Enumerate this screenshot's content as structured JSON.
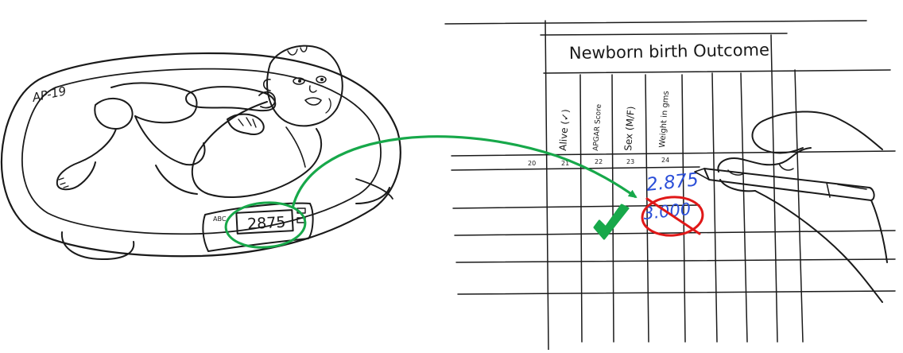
{
  "scale": {
    "display_reading": "2875",
    "brand_mark": "ABC",
    "body_script": "AP-19"
  },
  "register": {
    "title": "Newborn birth Outcome",
    "columns": [
      {
        "label": "Alive (✓)",
        "number": "21"
      },
      {
        "label": "APGAR Score",
        "number": "22"
      },
      {
        "label": "Sex (M/F)",
        "number": "23"
      },
      {
        "label": "Weight in gms",
        "number": "24"
      }
    ],
    "prev_col_number": "20",
    "written_weight": "2.875",
    "crossed_weight": "3.000"
  },
  "colors": {
    "ink": "#1a1a1a",
    "correct_green": "#17a84a",
    "wrong_red": "#e01818",
    "pen_blue": "#2b4fd8"
  },
  "icons": [
    "baby-drawing",
    "weighing-scale",
    "hand-with-pen",
    "check-mark-icon",
    "cross-out-circle-icon",
    "arrow-icon"
  ]
}
